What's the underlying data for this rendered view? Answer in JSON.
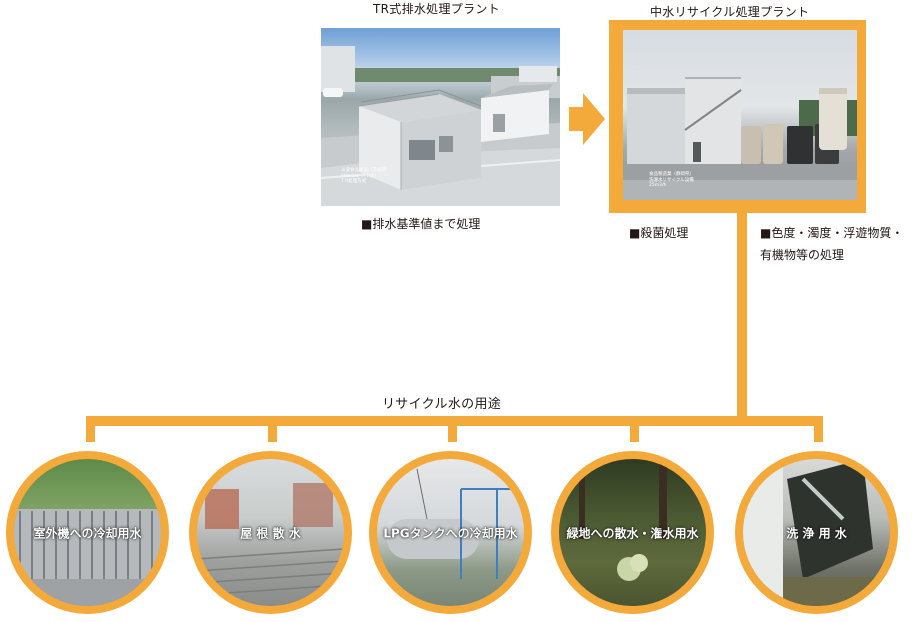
{
  "plant_tr": {
    "title": "TR式排水処理プラント",
    "note": "■排水基準値まで処理",
    "caption_lines": [
      "斗波食品新設（茨城県）",
      "00m3/d（T R式）",
      "T R処理方式"
    ]
  },
  "plant_recycle": {
    "title": "中水リサイクル処理プラント",
    "note_left": "■殺菌処理",
    "note_right_lines": [
      "■色度・濁度・浮遊物質・",
      "有機物等の処理"
    ],
    "caption_lines": [
      "食品製造業（静岡県）",
      "洗濯水リサイクル設備",
      "25m3/h"
    ]
  },
  "uses": {
    "heading": "リサイクル水の用途",
    "items": [
      {
        "label": "室外機への冷却用水"
      },
      {
        "label": "屋 根 散 水"
      },
      {
        "label": "LPGタンクへの冷却用水"
      },
      {
        "label": "緑地への散水・潅水用水"
      },
      {
        "label": "洗 浄 用 水"
      }
    ]
  },
  "colors": {
    "accent": "#f4a93b",
    "text": "#231815"
  }
}
